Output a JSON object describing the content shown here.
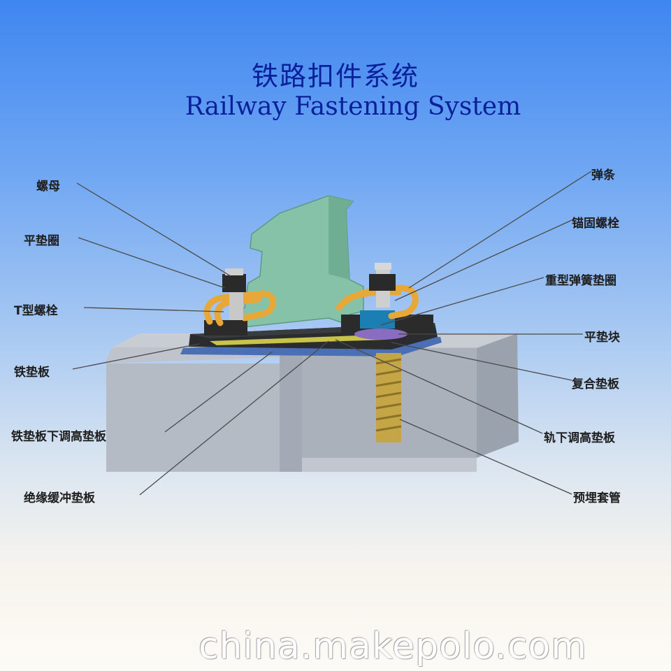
{
  "title": {
    "zh": "铁路扣件系统",
    "en": "Railway Fastening System"
  },
  "labels_left": [
    {
      "id": "nut",
      "text": "螺母"
    },
    {
      "id": "flat-washer",
      "text": "平垫圈"
    },
    {
      "id": "t-bolt",
      "text": "T型螺栓"
    },
    {
      "id": "iron-base-plate",
      "text": "铁垫板"
    },
    {
      "id": "base-plate-shim",
      "text": "铁垫板下调高垫板"
    },
    {
      "id": "insulating-pad",
      "text": "绝缘缓冲垫板"
    }
  ],
  "labels_right": [
    {
      "id": "spring-clip",
      "text": "弹条"
    },
    {
      "id": "anchor-bolt",
      "text": "锚固螺栓"
    },
    {
      "id": "spring-washer",
      "text": "重型弹簧垫圈"
    },
    {
      "id": "flat-block",
      "text": "平垫块"
    },
    {
      "id": "composite-pad",
      "text": "复合垫板"
    },
    {
      "id": "rail-shim",
      "text": "轨下调高垫板"
    },
    {
      "id": "embedded-sleeve",
      "text": "预埋套管"
    }
  ],
  "watermark": "china.makepolo.com",
  "colors": {
    "title": "#0a1f9a",
    "rail": "#7fbfa0",
    "clip": "#e8a838",
    "concrete": "#b9bfc8"
  }
}
